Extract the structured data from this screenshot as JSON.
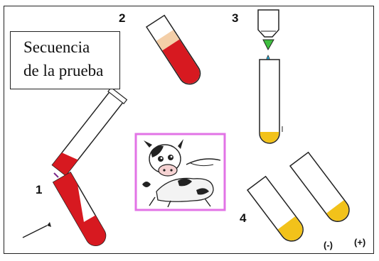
{
  "title": {
    "line1": "Secuencia",
    "line2": "de la prueba"
  },
  "steps": [
    "1",
    "2",
    "3",
    "4"
  ],
  "results": {
    "negative": "(-)",
    "positive": "(+)"
  },
  "colors": {
    "blood_red": "#d71920",
    "plasma_tan": "#f4cfa8",
    "reagent_green": "#3fbf3f",
    "drop_blue": "#29b6e6",
    "serum_yellow": "#f2c21a",
    "image_border": "#e273e6"
  },
  "icons": [
    "syringe-needle-icon",
    "cow-illustration",
    "dropper-icon"
  ]
}
